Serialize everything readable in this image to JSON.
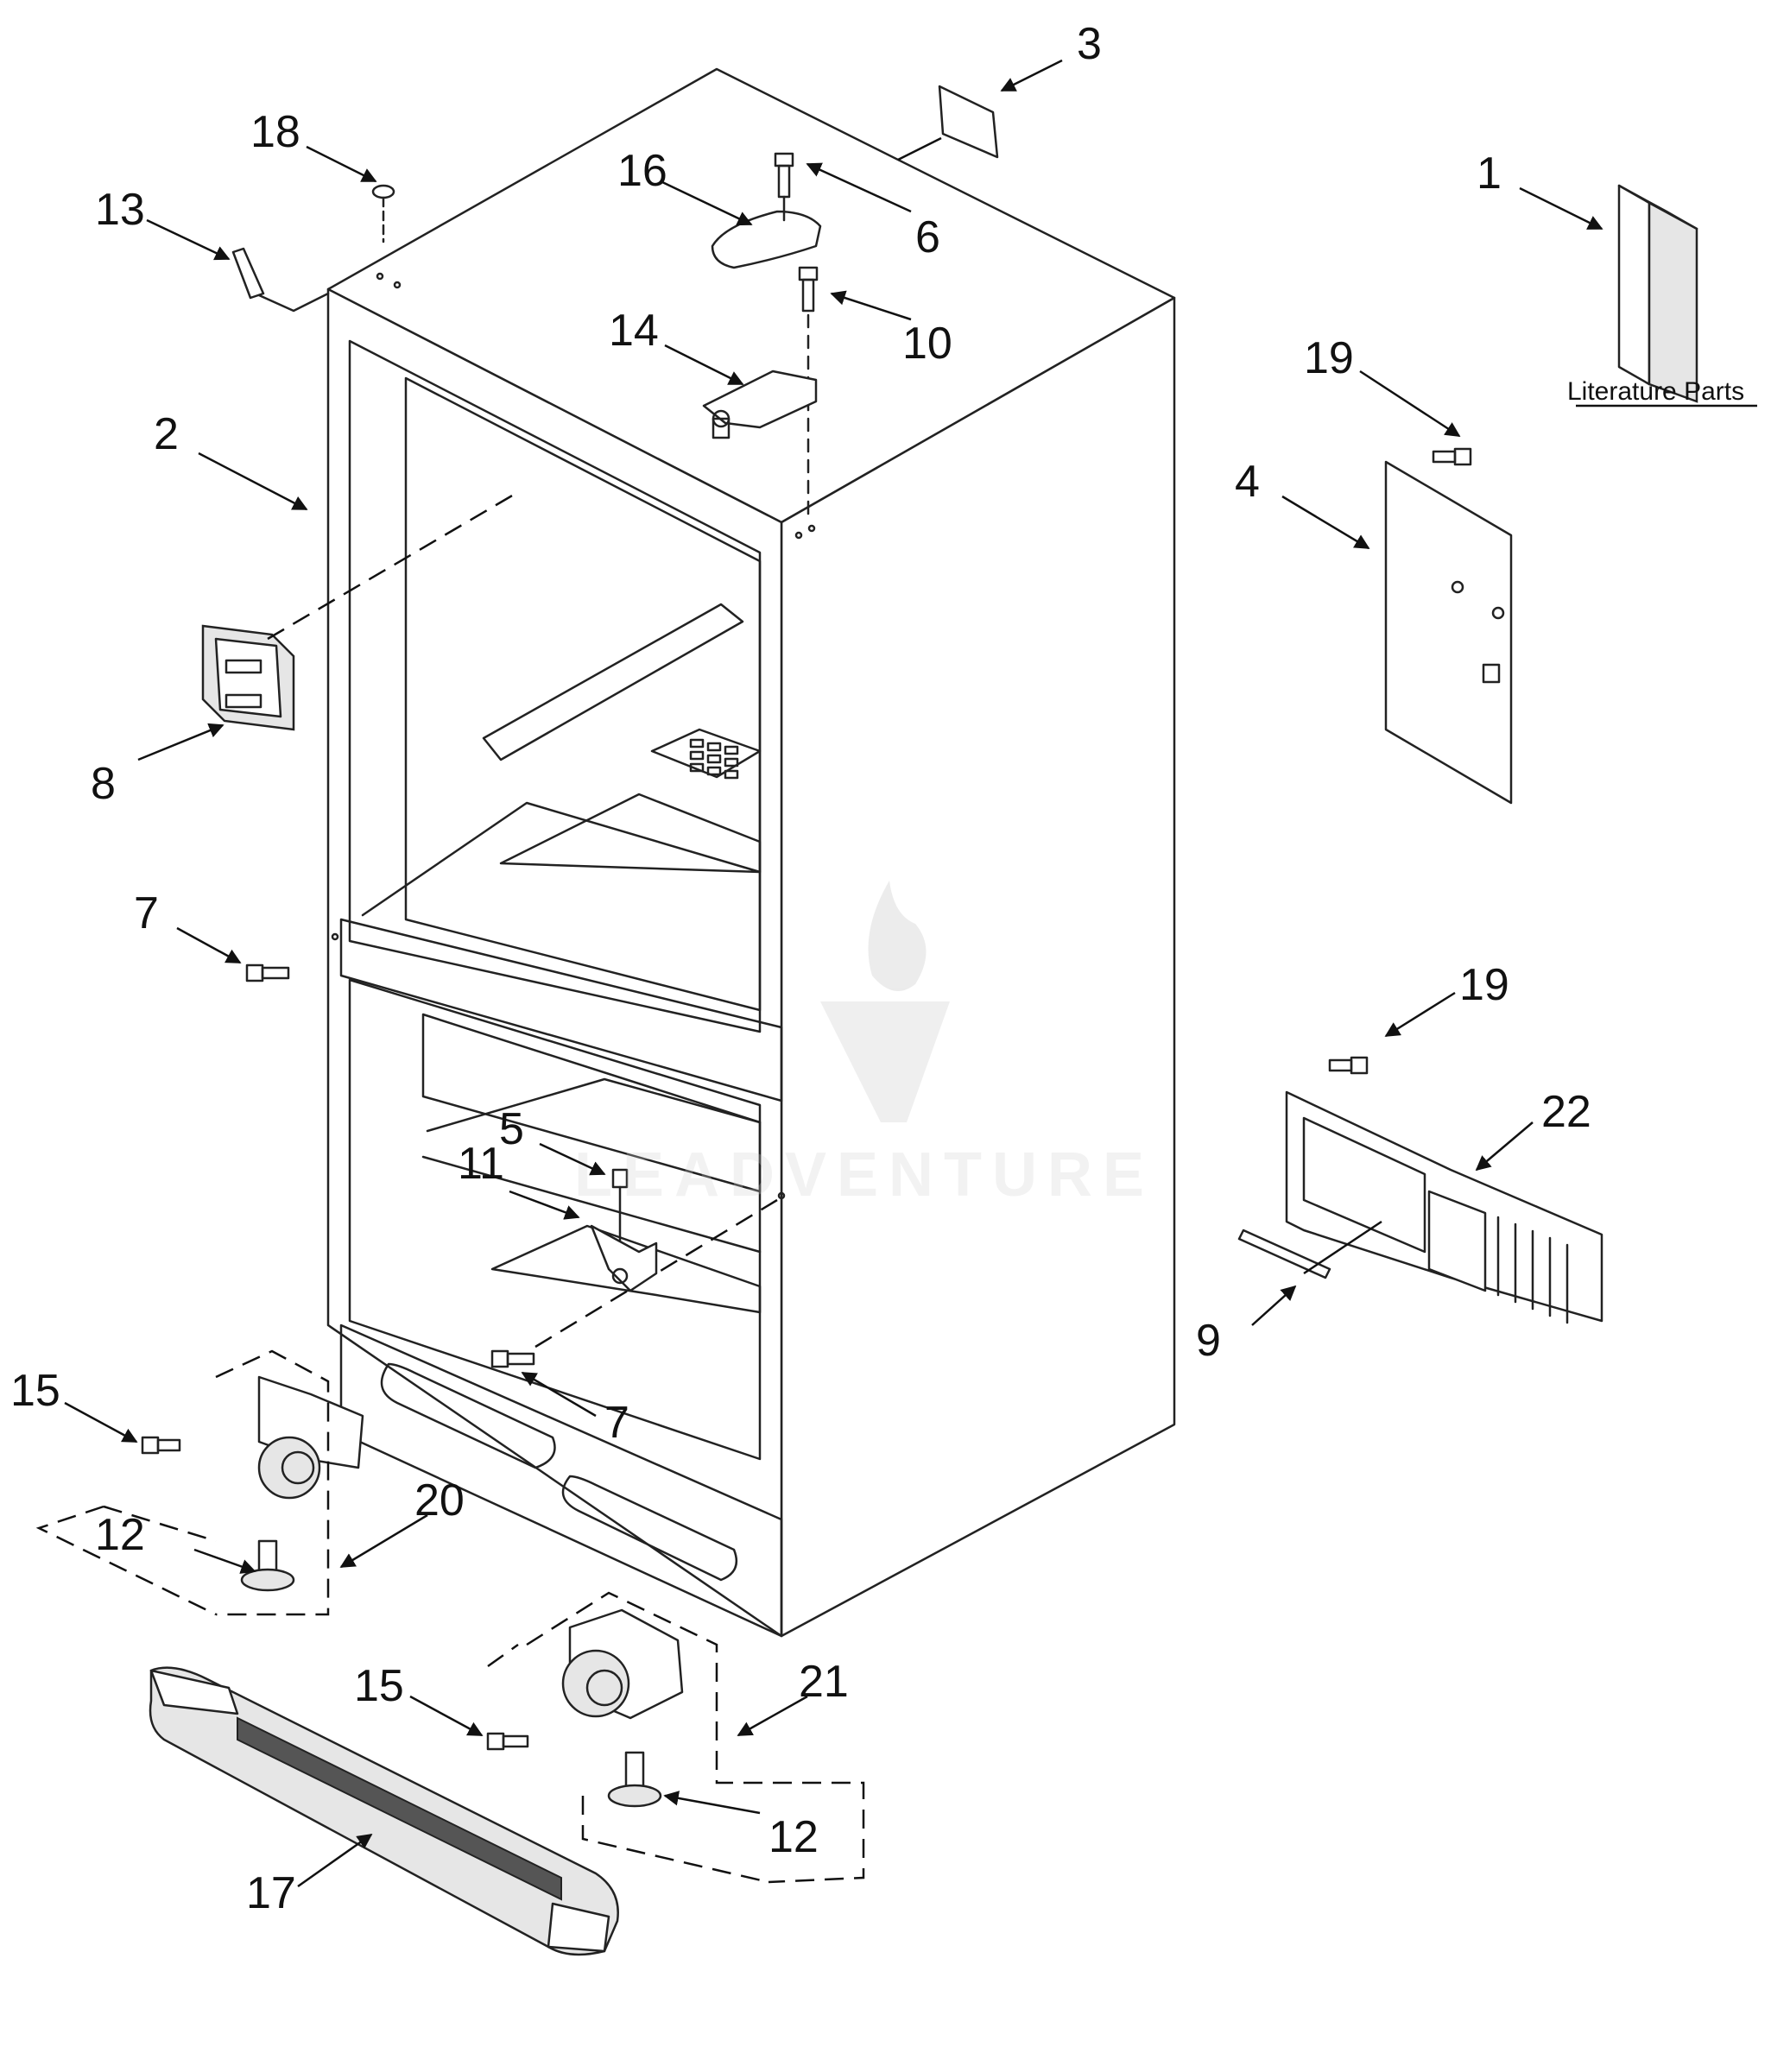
{
  "diagram": {
    "literature_label": "Literature Parts",
    "watermark": "LEADVENTURE",
    "callouts": {
      "c1": "1",
      "c2": "2",
      "c3": "3",
      "c4": "4",
      "c5": "5",
      "c6": "6",
      "c7a": "7",
      "c7b": "7",
      "c8": "8",
      "c9": "9",
      "c10": "10",
      "c11": "11",
      "c12a": "12",
      "c12b": "12",
      "c13": "13",
      "c14": "14",
      "c15a": "15",
      "c15b": "15",
      "c16": "16",
      "c17": "17",
      "c18": "18",
      "c19a": "19",
      "c19b": "19",
      "c20": "20",
      "c21": "21",
      "c22": "22"
    }
  }
}
